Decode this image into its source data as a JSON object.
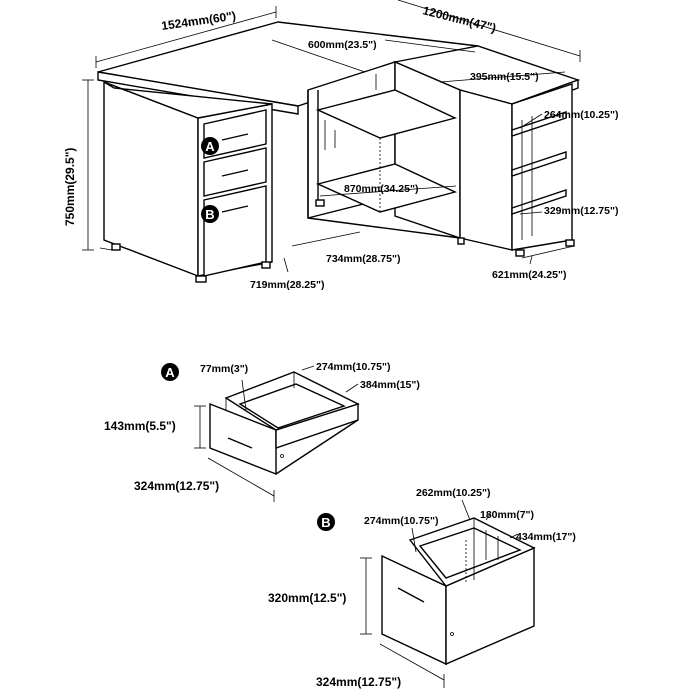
{
  "desk": {
    "width": "1524mm(60\")",
    "depth_return": "1200mm(47\")",
    "top_depth": "600mm(23.5\")",
    "return_depth": "395mm(15.5\")",
    "height": "750mm(29.5\")",
    "shelf_depth": "264mm(10.25\")",
    "shelf_width": "870mm(34.25\")",
    "side_shelf_width": "329mm(12.75\")",
    "knee_width": "734mm(28.75\")",
    "knee_depth": "719mm(28.25\")",
    "return_length": "621mm(24.25\")",
    "label_a": "A",
    "label_b": "B"
  },
  "drawer_a": {
    "badge": "A",
    "inner_height": "77mm(3\")",
    "inner_width": "274mm(10.75\")",
    "depth": "384mm(15\")",
    "height": "143mm(5.5\")",
    "width": "324mm(12.75\")"
  },
  "drawer_b": {
    "badge": "B",
    "inner_depth": "262mm(10.25\")",
    "inner_width": "274mm(10.75\")",
    "inner_height": "180mm(7\")",
    "depth": "434mm(17\")",
    "height": "320mm(12.5\")",
    "width": "324mm(12.75\")"
  }
}
